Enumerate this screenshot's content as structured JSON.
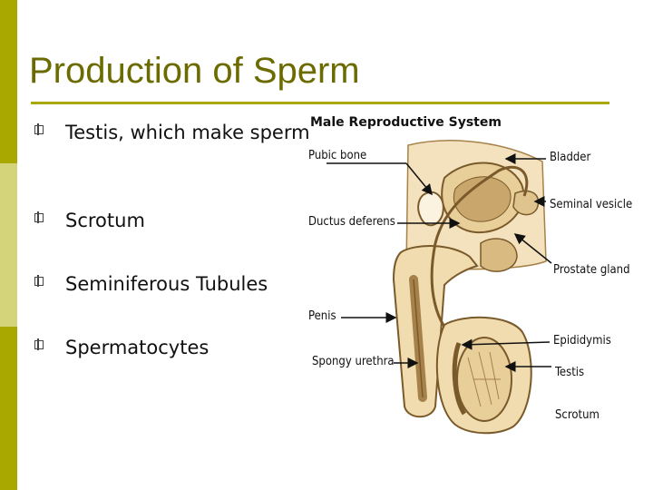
{
  "slide": {
    "title": "Production of Sperm",
    "bullets": [
      "Testis, which make sperm",
      "Scrotum",
      "Seminiferous Tubules",
      "Spermatocytes"
    ]
  },
  "diagram": {
    "title": "Male Reproductive System",
    "labels": {
      "pubic_bone": "Pubic bone",
      "ductus_deferens": "Ductus deferens",
      "penis": "Penis",
      "spongy_urethra": "Spongy urethra",
      "bladder": "Bladder",
      "seminal_vesicle": "Seminal vesicle",
      "prostate_gland": "Prostate gland",
      "epididymis": "Epididymis",
      "testis": "Testis",
      "scrotum": "Scrotum"
    }
  },
  "colors": {
    "accent": "#a8a800",
    "accent_light": "#d4d47a",
    "title": "#6b6b00",
    "tissue": "#e8cf9a",
    "tissue_dark": "#a6824a"
  }
}
